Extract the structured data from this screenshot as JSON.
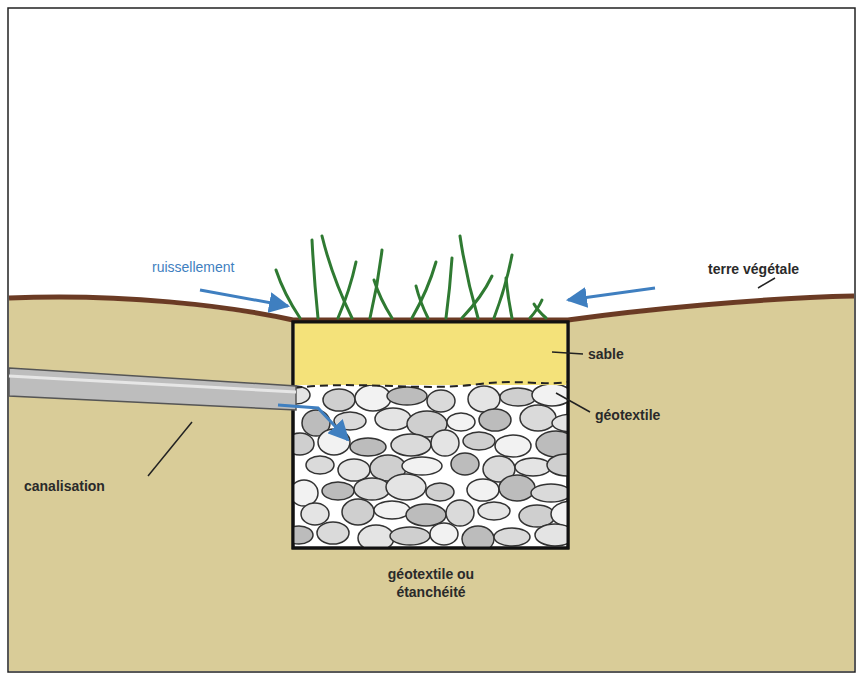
{
  "diagram": {
    "labels": [
      "ruissellement",
      "terre végétale",
      "sable",
      "géotextile",
      "canalisation",
      "géotextile ou étanchéité"
    ]
  }
}
